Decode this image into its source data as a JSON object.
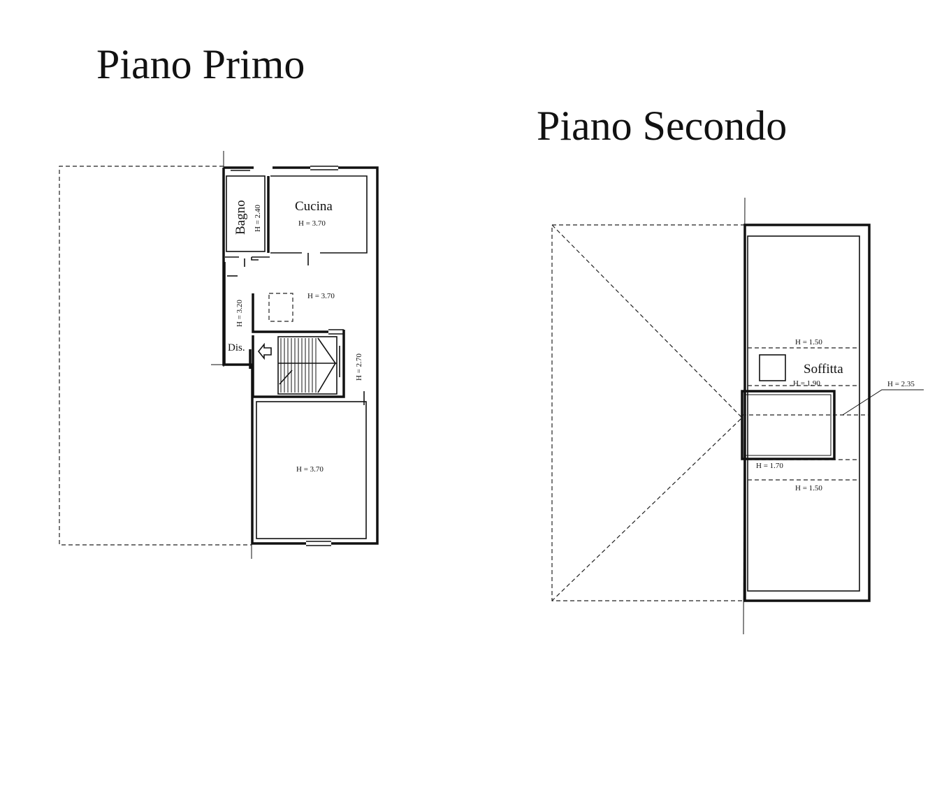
{
  "plans": {
    "first": {
      "title": "Piano Primo",
      "rooms": {
        "cucina": "Cucina",
        "bagno": "Bagno",
        "dis": "Dis."
      },
      "heights": {
        "cucina": "H = 3.70",
        "bagno": "H = 2.40",
        "disimpegno": "H = 3.20",
        "soggiorno": "H = 3.70",
        "scala": "H = 2.70",
        "camera": "H = 3.70"
      }
    },
    "second": {
      "title": "Piano Secondo",
      "rooms": {
        "soffitta": "Soffitta"
      },
      "heights": {
        "top": "H = 1.50",
        "mid": "H = 1.90",
        "leader": "H = 2.35",
        "low": "H = 1.70",
        "bottom": "H = 1.50"
      }
    }
  }
}
